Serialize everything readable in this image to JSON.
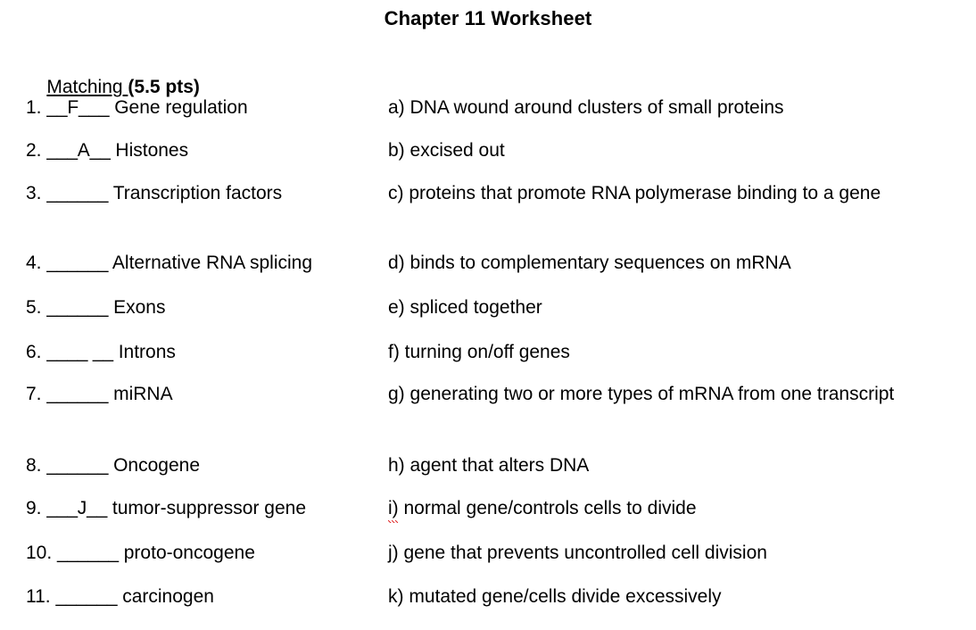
{
  "document": {
    "title": "Chapter 11 Worksheet",
    "section": {
      "heading_underlined": "Matching ",
      "heading_points": "(5.5 pts)"
    }
  },
  "matching": {
    "terms": [
      {
        "number": "1.",
        "blank": "__F___",
        "label": " Gene regulation"
      },
      {
        "number": "2.",
        "blank": "___A__",
        "label": " Histones"
      },
      {
        "number": "3.",
        "blank": "______",
        "label": " Transcription factors"
      },
      {
        "number": "4.",
        "blank": "______",
        "label": " Alternative RNA splicing"
      },
      {
        "number": "5.",
        "blank": "______",
        "label": " Exons"
      },
      {
        "number": "6.",
        "blank": "____ __",
        "label": " Introns"
      },
      {
        "number": "7.",
        "blank": "______",
        "label": " miRNA"
      },
      {
        "number": "8.",
        "blank": "______",
        "label": " Oncogene"
      },
      {
        "number": "9.",
        "blank": "___J__",
        "label": " tumor-suppressor gene"
      },
      {
        "number": "10.",
        "blank": "______",
        "label": " proto-oncogene"
      },
      {
        "number": "11.",
        "blank": "______",
        "label": " carcinogen"
      }
    ],
    "definitions": [
      {
        "letter": "a)",
        "text": " DNA wound around clusters of small proteins",
        "misspelled": false
      },
      {
        "letter": "b)",
        "text": " excised out",
        "misspelled": false
      },
      {
        "letter": "c)",
        "text": " proteins that promote RNA polymerase binding to a gene",
        "misspelled": false
      },
      {
        "letter": "d)",
        "text": " binds to complementary sequences on mRNA",
        "misspelled": false
      },
      {
        "letter": "e)",
        "text": " spliced together",
        "misspelled": false
      },
      {
        "letter": "f)",
        "text": " turning on/off genes",
        "misspelled": false
      },
      {
        "letter": "g)",
        "text": " generating two or more types of mRNA from one transcript",
        "misspelled": false
      },
      {
        "letter": "h)",
        "text": " agent that alters DNA",
        "misspelled": false
      },
      {
        "letter": "i)",
        "text": " normal gene/controls cells to divide",
        "misspelled": true
      },
      {
        "letter": "j)",
        "text": " gene that prevents uncontrolled cell division",
        "misspelled": false
      },
      {
        "letter": "k)",
        "text": " mutated gene/cells divide excessively",
        "misspelled": false
      }
    ],
    "row_offsets": [
      0,
      48,
      96,
      174,
      224,
      274,
      321,
      401,
      449,
      499,
      548
    ]
  },
  "colors": {
    "text": "#000000",
    "background": "#ffffff",
    "spellcheck_underline": "#e03030"
  }
}
